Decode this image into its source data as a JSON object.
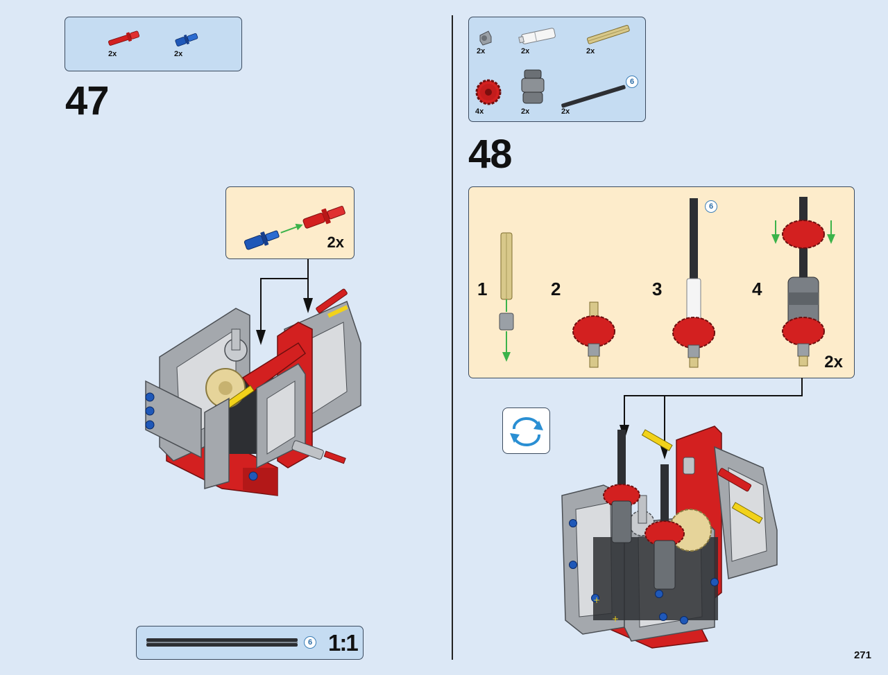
{
  "page_number": "271",
  "step47": {
    "number": "47",
    "parts": [
      {
        "qty": "2x",
        "name": "red-axle-pin",
        "color": "#d32020"
      },
      {
        "qty": "2x",
        "name": "blue-axle-pin",
        "color": "#1f58b8"
      }
    ],
    "subassembly_qty": "2x"
  },
  "step48": {
    "number": "48",
    "parts": [
      {
        "qty": "2x",
        "name": "grey-bush"
      },
      {
        "qty": "2x",
        "name": "white-axle-connector"
      },
      {
        "qty": "2x",
        "name": "tan-axle"
      },
      {
        "qty": "4x",
        "name": "red-gear"
      },
      {
        "qty": "2x",
        "name": "grey-differential-part"
      },
      {
        "qty": "2x",
        "name": "black-axle-6"
      }
    ],
    "axle_length": "6",
    "substeps": [
      "1",
      "2",
      "3",
      "4"
    ],
    "substep_axle_length": "6",
    "subassembly_qty": "2x"
  },
  "scale_ruler": {
    "axle_length": "6",
    "scale": "1:1"
  },
  "colors": {
    "background": "#dce8f6",
    "parts_box": "#c5dcf2",
    "subassembly_box": "#fdeccb",
    "lego_red": "#d32020",
    "lego_grey": "#9aa0a6",
    "lego_blue": "#1f58b8",
    "lego_yellow": "#f2d21a",
    "lego_tan": "#d8c88a"
  }
}
